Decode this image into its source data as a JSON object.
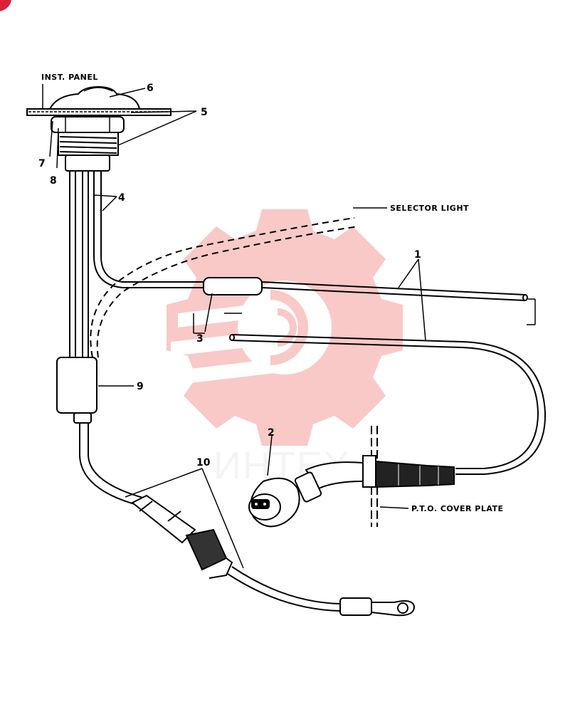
{
  "labels": {
    "inst_panel": "INST. PANEL",
    "selector_light": "SELECTOR LIGHT",
    "pto_cover_plate": "P.T.O. COVER PLATE"
  },
  "callouts": {
    "c1": "1",
    "c2": "2",
    "c3": "3",
    "c4": "4",
    "c5": "5",
    "c6": "6",
    "c7": "7",
    "c8": "8",
    "c9": "9",
    "c10": "10"
  },
  "watermark": {
    "text": "ИНТЕХ",
    "color": "#e8413a"
  }
}
